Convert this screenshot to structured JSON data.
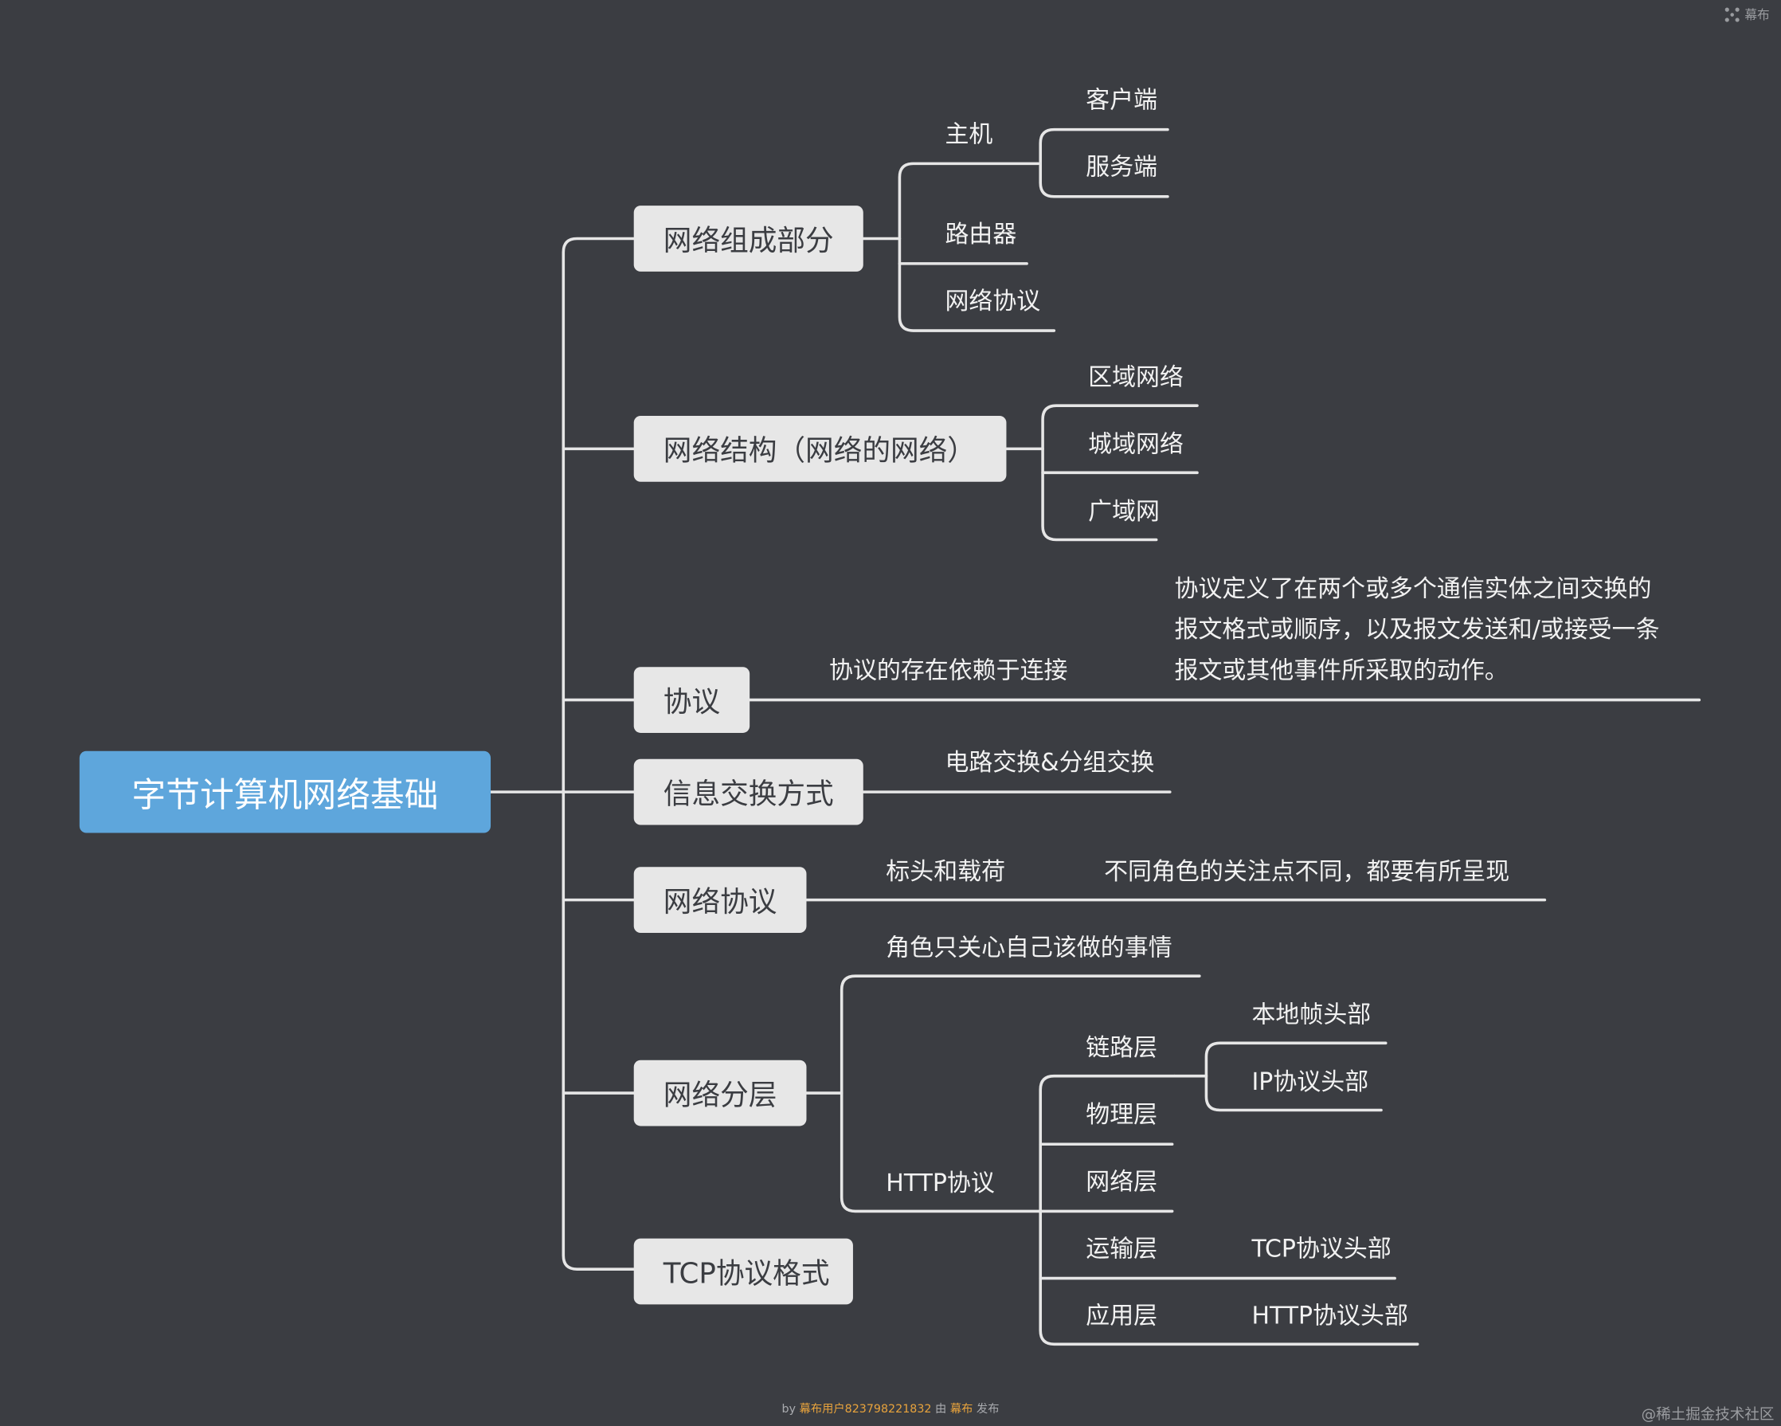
{
  "root": "字节计算机网络基础",
  "branches": {
    "b1": {
      "label": "网络组成部分",
      "host": "主机",
      "client": "客户端",
      "server": "服务端",
      "router": "路由器",
      "protocol": "网络协议"
    },
    "b2": {
      "label": "网络结构（网络的网络）",
      "lan": "区域网络",
      "man": "城域网络",
      "wan": "广域网"
    },
    "b3": {
      "label": "协议",
      "note": "协议的存在依赖于连接",
      "def1": "协议定义了在两个或多个通信实体之间交换的",
      "def2": "报文格式或顺序，以及报文发送和/或接受一条",
      "def3": "报文或其他事件所采取的动作。"
    },
    "b4": {
      "label": "信息交换方式",
      "note": "电路交换&分组交换"
    },
    "b5": {
      "label": "网络协议",
      "note": "标头和载荷",
      "note2": "不同角色的关注点不同，都要有所呈现"
    },
    "b6": {
      "label": "网络分层",
      "note": "角色只关心自己该做的事情",
      "http": "HTTP协议",
      "link": "链路层",
      "local_frame": "本地帧头部",
      "ip_header": "IP协议头部",
      "physical": "物理层",
      "network": "网络层",
      "transport": "运输层",
      "tcp_header": "TCP协议头部",
      "application": "应用层",
      "http_header": "HTTP协议头部"
    },
    "b7": {
      "label": "TCP协议格式"
    }
  },
  "brand": {
    "icon": "mubu-logo-icon",
    "text": "幕布"
  },
  "footer": {
    "by": "by",
    "user": "幕布用户823798221832",
    "mid": "由",
    "brand": "幕布",
    "end": "发布"
  },
  "watermark": "@稀土掘金技术社区",
  "colors": {
    "background": "#3b3d42",
    "root": "#5ea6dc",
    "node": "#e7e7e7",
    "line": "#e6e6e6",
    "footer_highlight": "#e8a33c"
  }
}
